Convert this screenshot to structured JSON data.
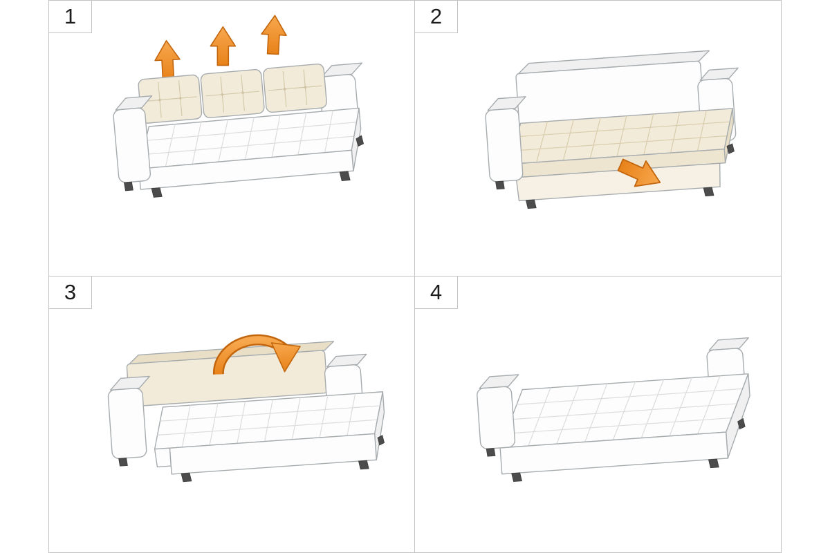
{
  "sheet": {
    "steps": [
      {
        "number": "1",
        "illustration": "sofa-back-cushions-lifted-three-up-arrows"
      },
      {
        "number": "2",
        "illustration": "sofa-pull-out-base-arrow-down-right"
      },
      {
        "number": "3",
        "illustration": "backrest-fold-forward-curved-arrow"
      },
      {
        "number": "4",
        "illustration": "sofa-unfolded-flat-bed"
      }
    ]
  },
  "colors": {
    "accent": "#e8821a",
    "accent-light": "#f7a84e",
    "accent-dark": "#c2650c",
    "line": "#a6abae",
    "panel-border": "#c3c3c3",
    "cushion": "#f2ebd9",
    "cushion-seam": "#d5c9ab",
    "quilt-line": "#dcdcdc",
    "leg": "#4c4c4c",
    "number": "#1c1c1c",
    "background": "#ffffff"
  }
}
